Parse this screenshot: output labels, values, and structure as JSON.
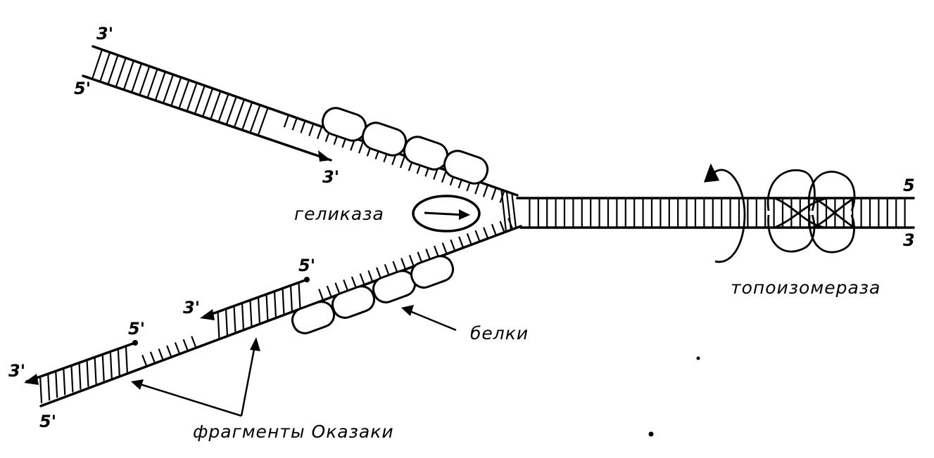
{
  "colors": {
    "ink": "#000000",
    "background": "#ffffff"
  },
  "labels": {
    "helicase": "геликаза",
    "topoisomerase": "топоизомераза",
    "proteins": "белки",
    "okazaki": "фрагменты Оказаки"
  },
  "ends": {
    "upper_top_left": "3'",
    "upper_bottom_left": "5'",
    "upper_primer_end": "3'",
    "right_top": "5",
    "right_bottom": "3",
    "lower_fragment1_5": "5'",
    "lower_fragment1_3": "3'",
    "lower_fragment2_5": "5'",
    "lower_left_3": "3'",
    "lower_left_5": "5'"
  },
  "icons": [
    "helicase-arrow-icon",
    "topoisomerase-rotation-icon"
  ]
}
